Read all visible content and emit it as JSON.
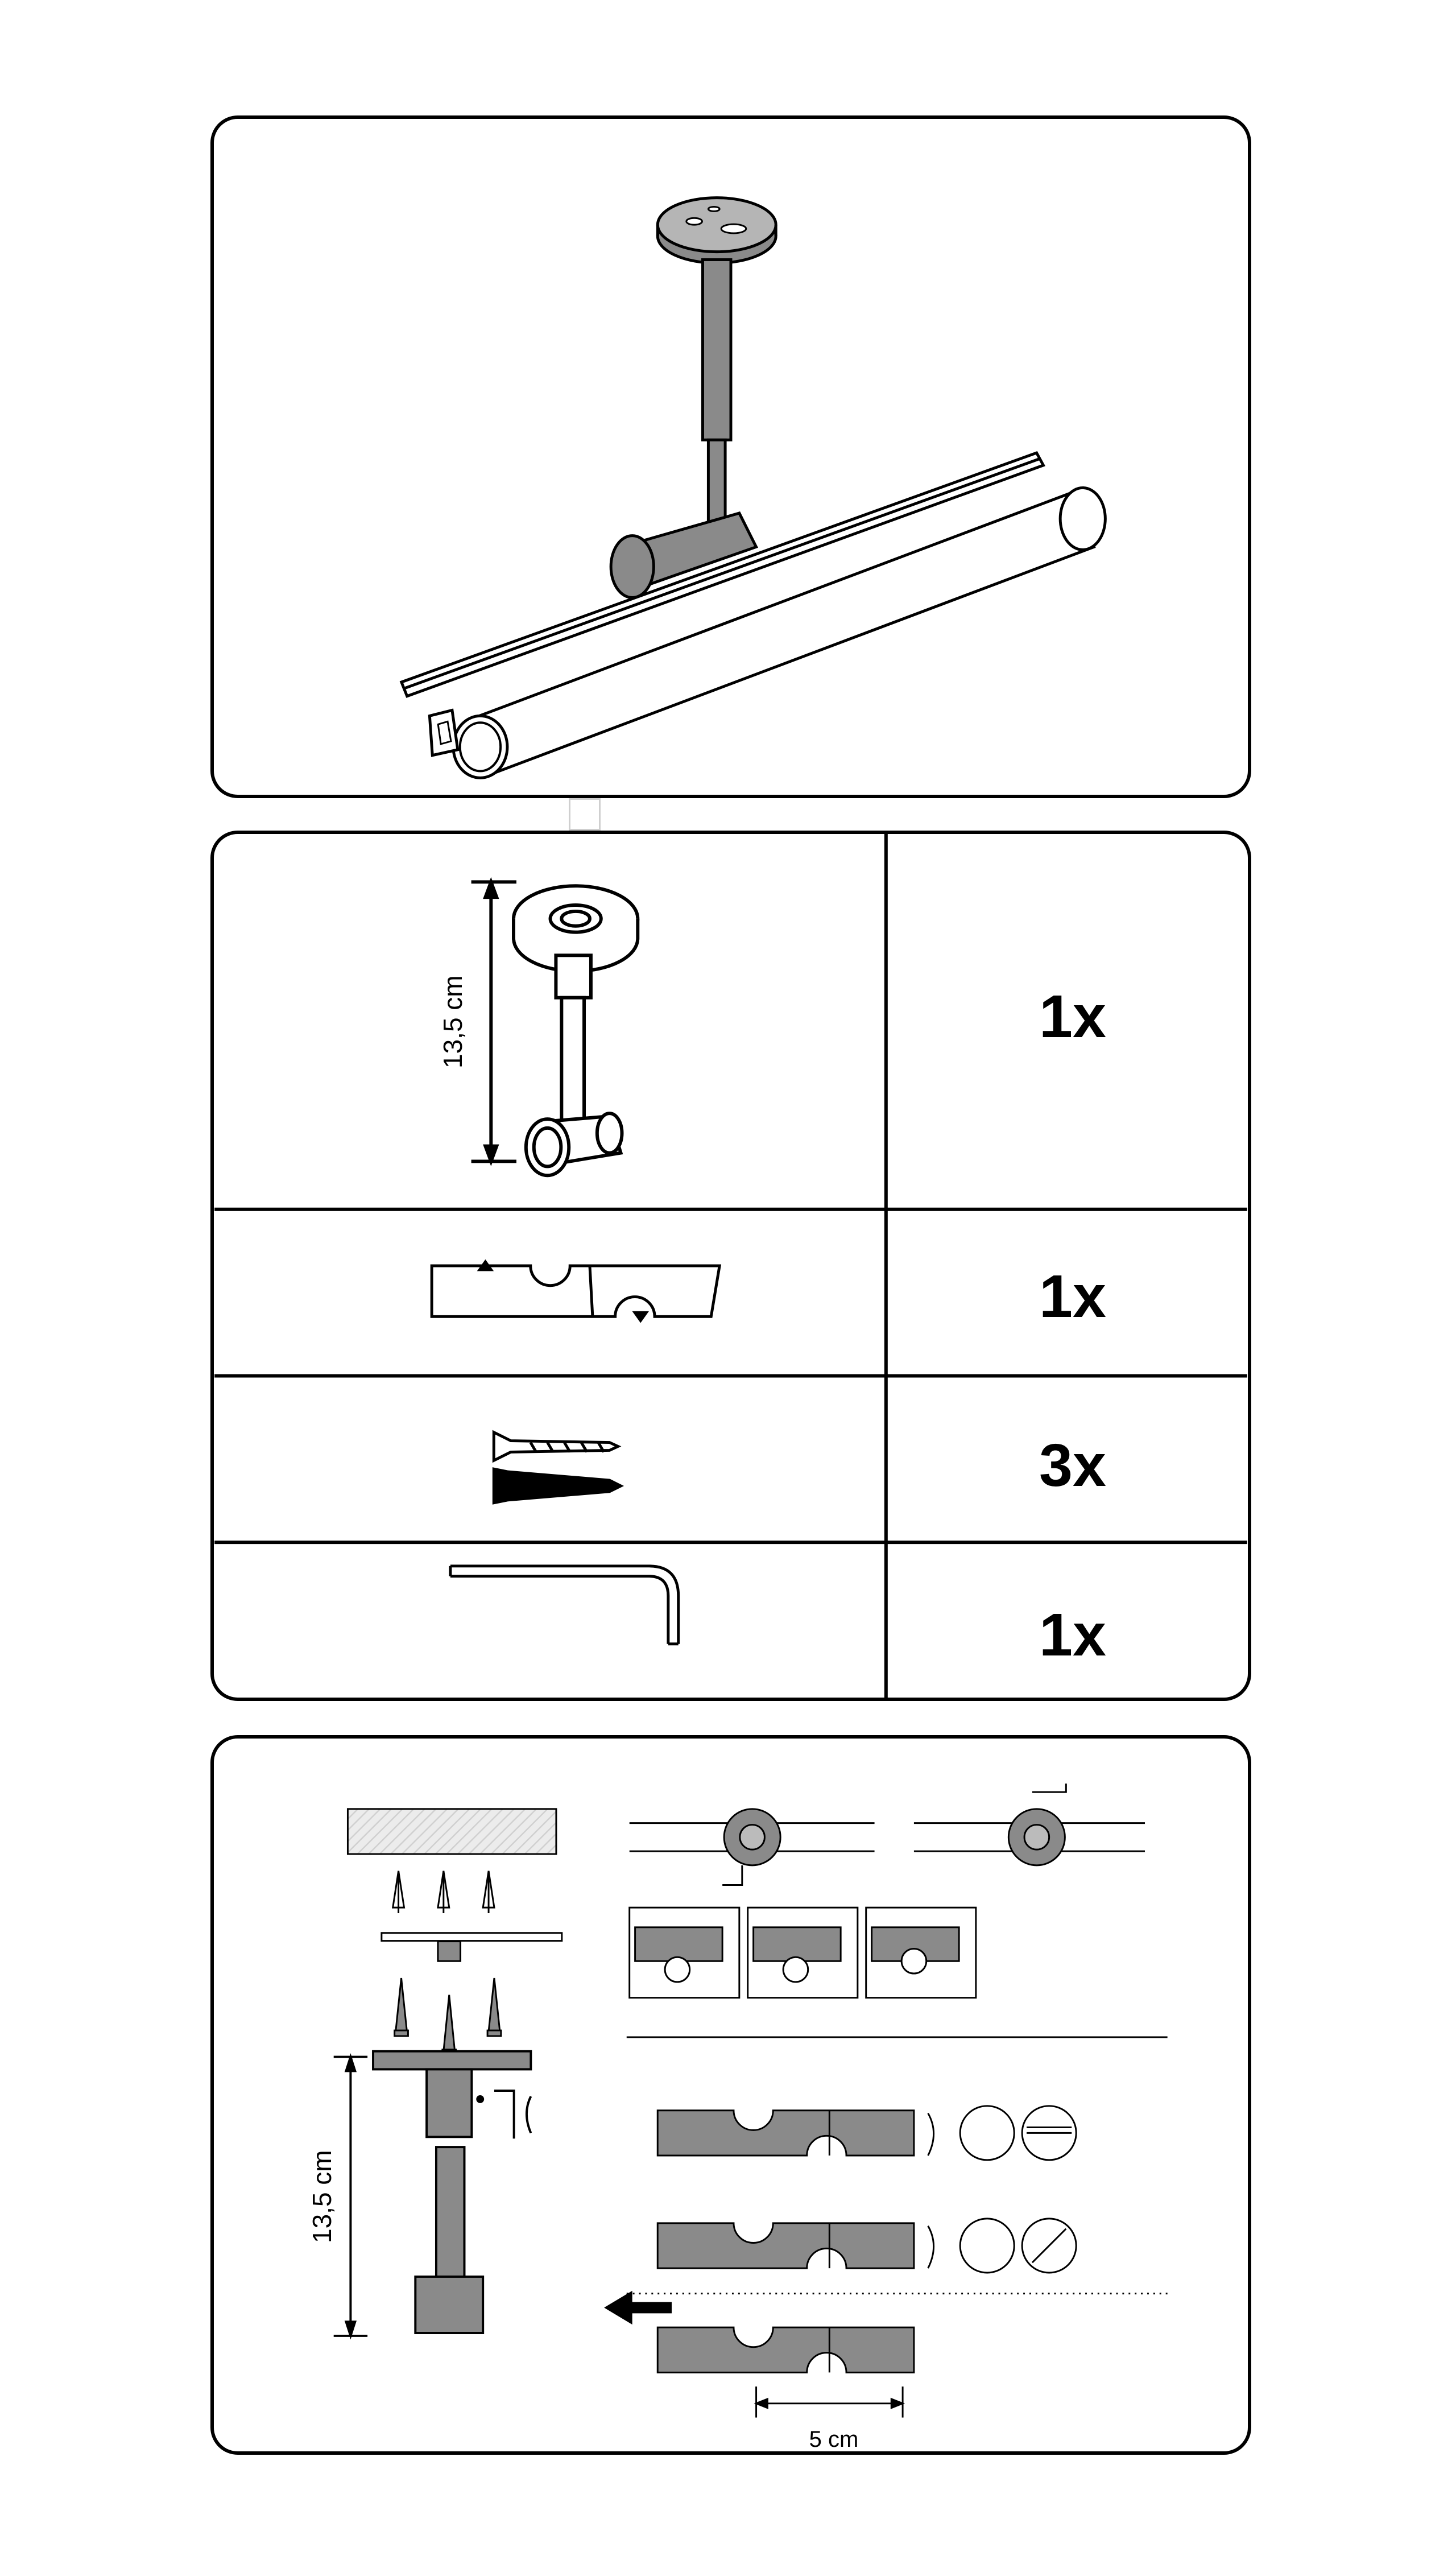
{
  "parts_table": {
    "rows": [
      {
        "item": "ceiling-bracket",
        "dimension": "13,5 cm",
        "quantity": "1x"
      },
      {
        "item": "double-rail-adapter",
        "quantity": "1x"
      },
      {
        "item": "screw-and-wall-plug",
        "quantity": "3x"
      },
      {
        "item": "allen-key",
        "quantity": "1x"
      }
    ]
  },
  "assembly": {
    "height_label": "13,5 cm",
    "spacing_label": "5 cm"
  }
}
